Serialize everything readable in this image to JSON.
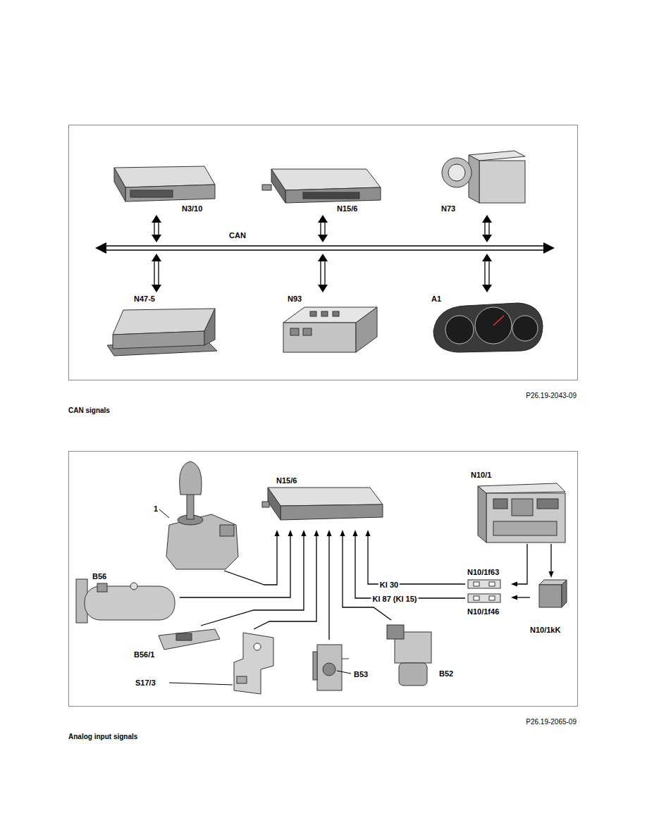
{
  "diagram": {
    "nodes": [
      {
        "text": [
          "N3/10"
        ]
      },
      {
        "text": [
          "N15/6"
        ]
      },
      {
        "text": [
          "N73"
        ]
      },
      {
        "text": [
          "CAN"
        ]
      },
      {
        "text": [
          "N47-5"
        ]
      },
      {
        "text": [
          "N93"
        ]
      },
      {
        "text": [
          "A1"
        ]
      },
      {
        "text": [
          "N15/6"
        ]
      },
      {
        "text": [
          "N10/1"
        ]
      },
      {
        "text": [
          "1"
        ]
      },
      {
        "text": [
          "N10/1f63"
        ]
      },
      {
        "text": [
          "B56"
        ]
      },
      {
        "text": [
          "N10/1f46"
        ]
      },
      {
        "text": [
          "N10/1kK"
        ]
      },
      {
        "text": [
          "B56/1"
        ]
      },
      {
        "text": [
          "S17/3"
        ]
      },
      {
        "text": [
          "B53"
        ]
      },
      {
        "text": [
          "B52"
        ]
      }
    ],
    "edges": [
      {
        "from": 0,
        "to": 3,
        "arrow": "both"
      },
      {
        "from": 1,
        "to": 3,
        "arrow": "both"
      },
      {
        "from": 2,
        "to": 3,
        "arrow": "both"
      },
      {
        "from": 4,
        "to": 3,
        "arrow": "both"
      },
      {
        "from": 5,
        "to": 3,
        "arrow": "both"
      },
      {
        "from": 6,
        "to": 3,
        "arrow": "both"
      },
      {
        "from": 9,
        "to": 7,
        "arrow": "to"
      },
      {
        "from": 11,
        "to": 7,
        "arrow": "to"
      },
      {
        "from": 14,
        "to": 7,
        "arrow": "to"
      },
      {
        "from": 15,
        "to": 7,
        "arrow": "to"
      },
      {
        "from": 16,
        "to": 7,
        "arrow": "to"
      },
      {
        "from": 17,
        "to": 7,
        "arrow": "to"
      },
      {
        "from": 12,
        "to": 7,
        "label": "Kl 87 (Kl 15)",
        "arrow": "to"
      },
      {
        "from": 10,
        "to": 7,
        "label": "Kl 30",
        "arrow": "to"
      },
      {
        "from": 8,
        "to": 10,
        "arrow": "to"
      },
      {
        "from": 8,
        "to": 13,
        "arrow": "to"
      },
      {
        "from": 13,
        "to": 12,
        "arrow": "to"
      }
    ],
    "labels": [
      "P26.19-2043-09",
      "CAN signals",
      "P26.19-2065-09",
      "Analog input signals"
    ]
  }
}
